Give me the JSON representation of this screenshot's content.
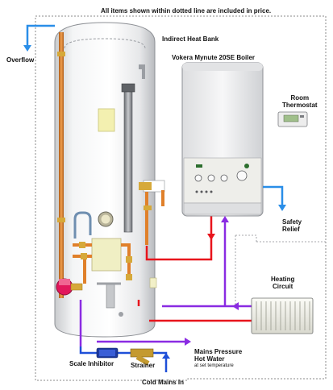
{
  "header_note": "All items shown within dotted line are included in price.",
  "labels": {
    "cylinder": "Indirect Heat Bank",
    "boiler": "Vokera Mynute 20SE Boiler",
    "thermostat_line1": "Room",
    "thermostat_line2": "Thermostat",
    "overflow": "Overflow",
    "safety_line1": "Safety",
    "safety_line2": "Relief",
    "heating_line1": "Heating",
    "heating_line2": "Circuit",
    "mains_line1": "Mains Pressure",
    "mains_line2": "Hot Water",
    "mains_note": "at set temperature",
    "scale_inhibitor": "Scale Inhibitor",
    "strainer": "Strainer",
    "cold_mains": "Cold Mains In"
  },
  "colors": {
    "hot_pipe": "#e8141c",
    "return_pipe": "#8a2be2",
    "cold_pipe": "#1e4fd8",
    "overflow_pipe": "#2a8ee8",
    "copper": "#e0802a",
    "brass": "#d6a93a",
    "dotted_boundary": "#8a8a8a"
  },
  "icons": {
    "thermostat": "thermostat-icon",
    "radiator": "radiator-icon",
    "pump": "pump-icon"
  }
}
